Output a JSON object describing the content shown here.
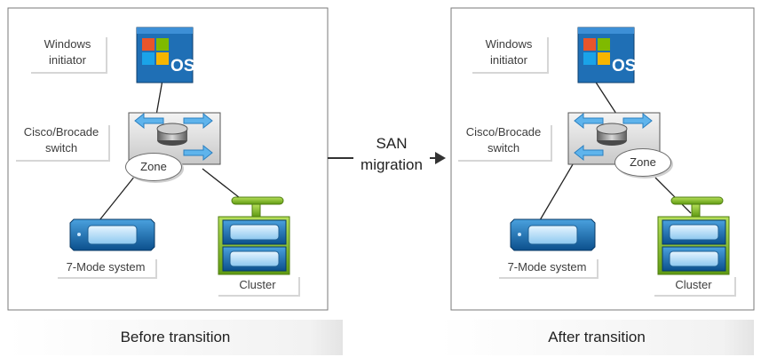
{
  "panels": [
    {
      "windows_label_1": "Windows",
      "windows_label_2": "initiator",
      "os_text": "OS",
      "switch_label_1": "Cisco/Brocade",
      "switch_label_2": "switch",
      "zone_label": "Zone",
      "seven_mode_label": "7-Mode system",
      "cluster_label": "Cluster",
      "caption": "Before transition"
    },
    {
      "windows_label_1": "Windows",
      "windows_label_2": "initiator",
      "os_text": "OS",
      "switch_label_1": "Cisco/Brocade",
      "switch_label_2": "switch",
      "zone_label": "Zone",
      "seven_mode_label": "7-Mode system",
      "cluster_label": "Cluster",
      "caption": "After transition"
    }
  ],
  "migration": {
    "line_1": "SAN",
    "line_2": "migration"
  },
  "colors": {
    "blue_dark": "#0b4f8c",
    "blue_mid": "#2f86c9",
    "blue_light": "#9fd0f2",
    "green": "#7ab51d",
    "window_blue": "#1f6fb5",
    "os_red": "#e8552b",
    "os_green": "#7fba00",
    "os_blue": "#1aa3e8",
    "os_yellow": "#f7b500"
  }
}
